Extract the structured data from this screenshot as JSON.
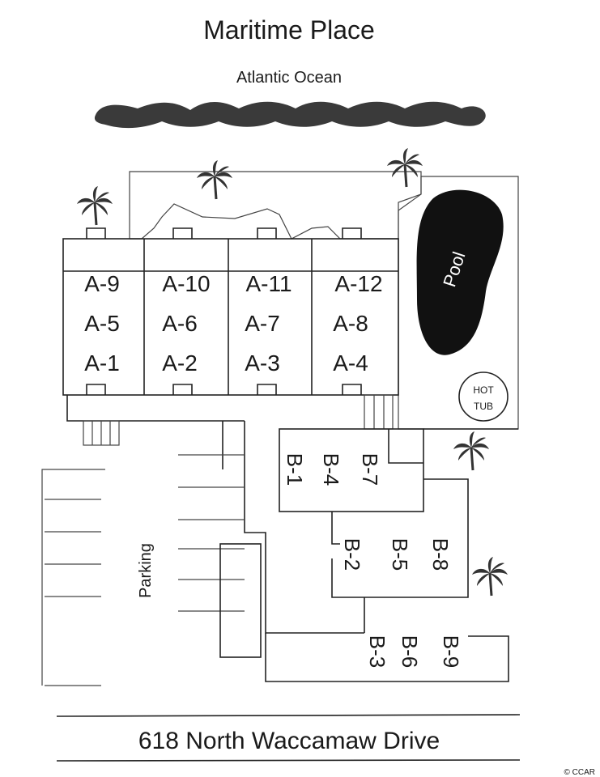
{
  "title": "Maritime Place",
  "ocean_label": "Atlantic Ocean",
  "pool_label": "Pool",
  "hot_tub_label": [
    "HOT",
    "TUB"
  ],
  "parking_label": "Parking",
  "address": "618 North Waccamaw Drive",
  "copyright": "© CCAR",
  "building_a_columns": [
    [
      "A-9",
      "A-5",
      "A-1"
    ],
    [
      "A-10",
      "A-6",
      "A-2"
    ],
    [
      "A-11",
      "A-7",
      "A-3"
    ],
    [
      "A-12",
      "A-8",
      "A-4"
    ]
  ],
  "building_b_rows": [
    [
      "B-1",
      "B-4",
      "B-7"
    ],
    [
      "B-2",
      "B-5",
      "B-8"
    ],
    [
      "B-3",
      "B-6",
      "B-9"
    ]
  ]
}
